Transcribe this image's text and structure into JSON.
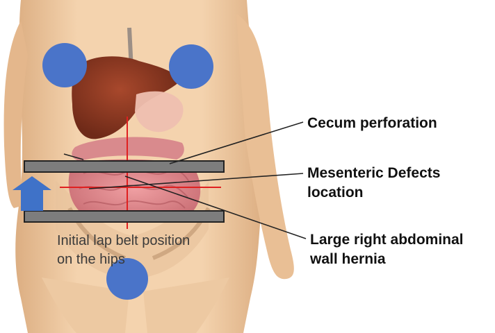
{
  "labels": {
    "cecum": "Cecum perforation",
    "mesenteric_line1": "Mesenteric Defects",
    "mesenteric_line2": "location",
    "hernia_line1": "Large right abdominal",
    "hernia_line2": "wall hernia",
    "belt_line1": "Initial lap belt position",
    "belt_line2": "on the hips"
  },
  "colors": {
    "skin": "#f2cfa8",
    "skin_shadow": "#ddb086",
    "liver": "#8e3b24",
    "intestine": "#d9868a",
    "circle": "#4a74c9",
    "belt": "#7d7d7d",
    "crosshair": "#e02020",
    "arrow": "#3f72c8",
    "leader": "#222222"
  }
}
